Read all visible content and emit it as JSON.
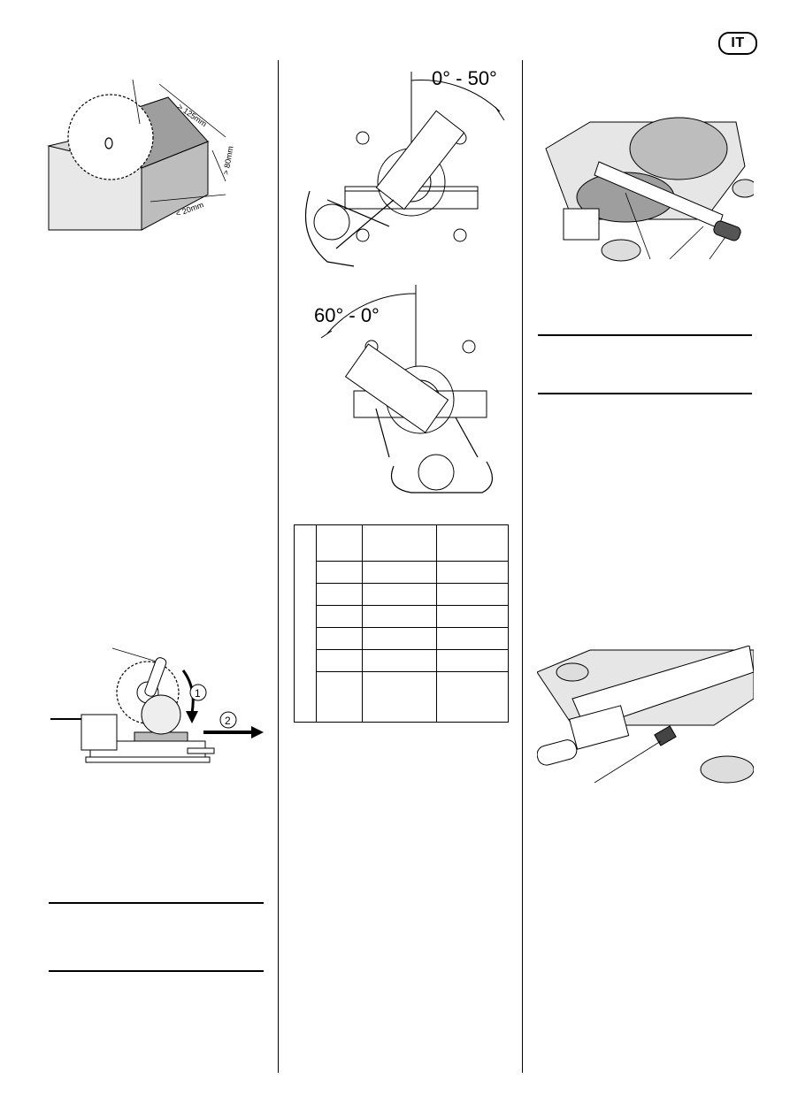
{
  "header": {
    "language_badge": "IT"
  },
  "figures": {
    "blade_dimensions": {
      "dim_length": "> 125mm",
      "dim_height": "> 80mm",
      "dim_depth": "< 20mm"
    },
    "cut_steps": {
      "step1": "1",
      "step2": "2"
    },
    "bevel_right": {
      "angle_label": "0° - 50°"
    },
    "bevel_left": {
      "angle_label": "60° - 0°"
    }
  },
  "table": {
    "rows": 7,
    "cols": 4
  }
}
